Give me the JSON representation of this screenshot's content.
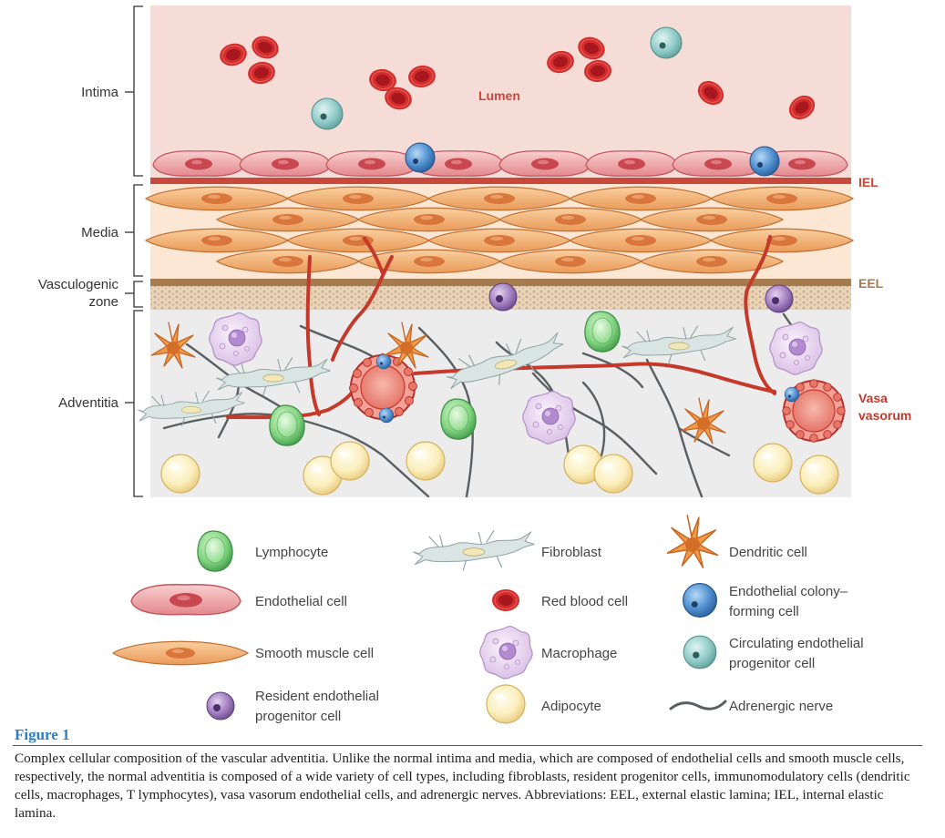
{
  "layers": {
    "intima": "Intima",
    "media": "Media",
    "vasculogenic_zone": [
      "Vasculogenic",
      "zone"
    ],
    "adventitia": "Adventitia"
  },
  "tags": {
    "lumen": "Lumen",
    "iel": "IEL",
    "eel": "EEL",
    "vasa_vasorum": [
      "Vasa",
      "vasorum"
    ]
  },
  "legend": {
    "lymphocyte": [
      "Lymphocyte"
    ],
    "fibroblast": [
      "Fibroblast"
    ],
    "dendritic_cell": [
      "Dendritic cell"
    ],
    "endothelial_cell": [
      "Endothelial cell"
    ],
    "red_blood_cell": [
      "Red blood cell"
    ],
    "endothelial_colony_forming_cell": [
      "Endothelial colony–",
      "forming cell"
    ],
    "smooth_muscle_cell": [
      "Smooth muscle cell"
    ],
    "macrophage": [
      "Macrophage"
    ],
    "circulating_endothelial_progenitor_cell": [
      "Circulating endothelial",
      "progenitor cell"
    ],
    "resident_endothelial_progenitor_cell": [
      "Resident endothelial",
      "progenitor cell"
    ],
    "adipocyte": [
      "Adipocyte"
    ],
    "adrenergic_nerve": [
      "Adrenergic nerve"
    ]
  },
  "figure": {
    "title": "Figure 1",
    "caption": "Complex cellular composition of the vascular adventitia. Unlike the normal intima and media, which are composed of endothelial cells and smooth muscle cells, respectively, the normal adventitia is composed of a wide variety of cell types, including fibroblasts, resident progenitor cells, immunomodulatory cells (dendritic cells, macrophages, T lymphocytes), vasa vasorum endothelial cells, and adrenergic nerves. Abbreviations: EEL, external elastic lamina; IEL, internal elastic lamina."
  },
  "colors": {
    "lumen_bg": "#f6dcd6",
    "media_bg": "#fbe7d3",
    "adventitia_bg": "#ededed",
    "iel": "#c9483c",
    "eel": "#a57a4e",
    "vessel": "#c5392b",
    "red_blood_cell": "#d32c2c",
    "smooth_muscle": "#f3b67a",
    "endothelial": "#f0a7a9",
    "lymphocyte": "#7ccf7a",
    "macrophage": "#e2cdea",
    "adipocyte": "#fbeeb6",
    "dendritic": "#e9893d",
    "ecfc": "#4f8fd0",
    "cep": "#8fcdd0",
    "rep": "#9a72b8",
    "nerve": "#5a5f63",
    "fibroblast": "#d2e0df",
    "caption_title": "#2b7fc2"
  }
}
